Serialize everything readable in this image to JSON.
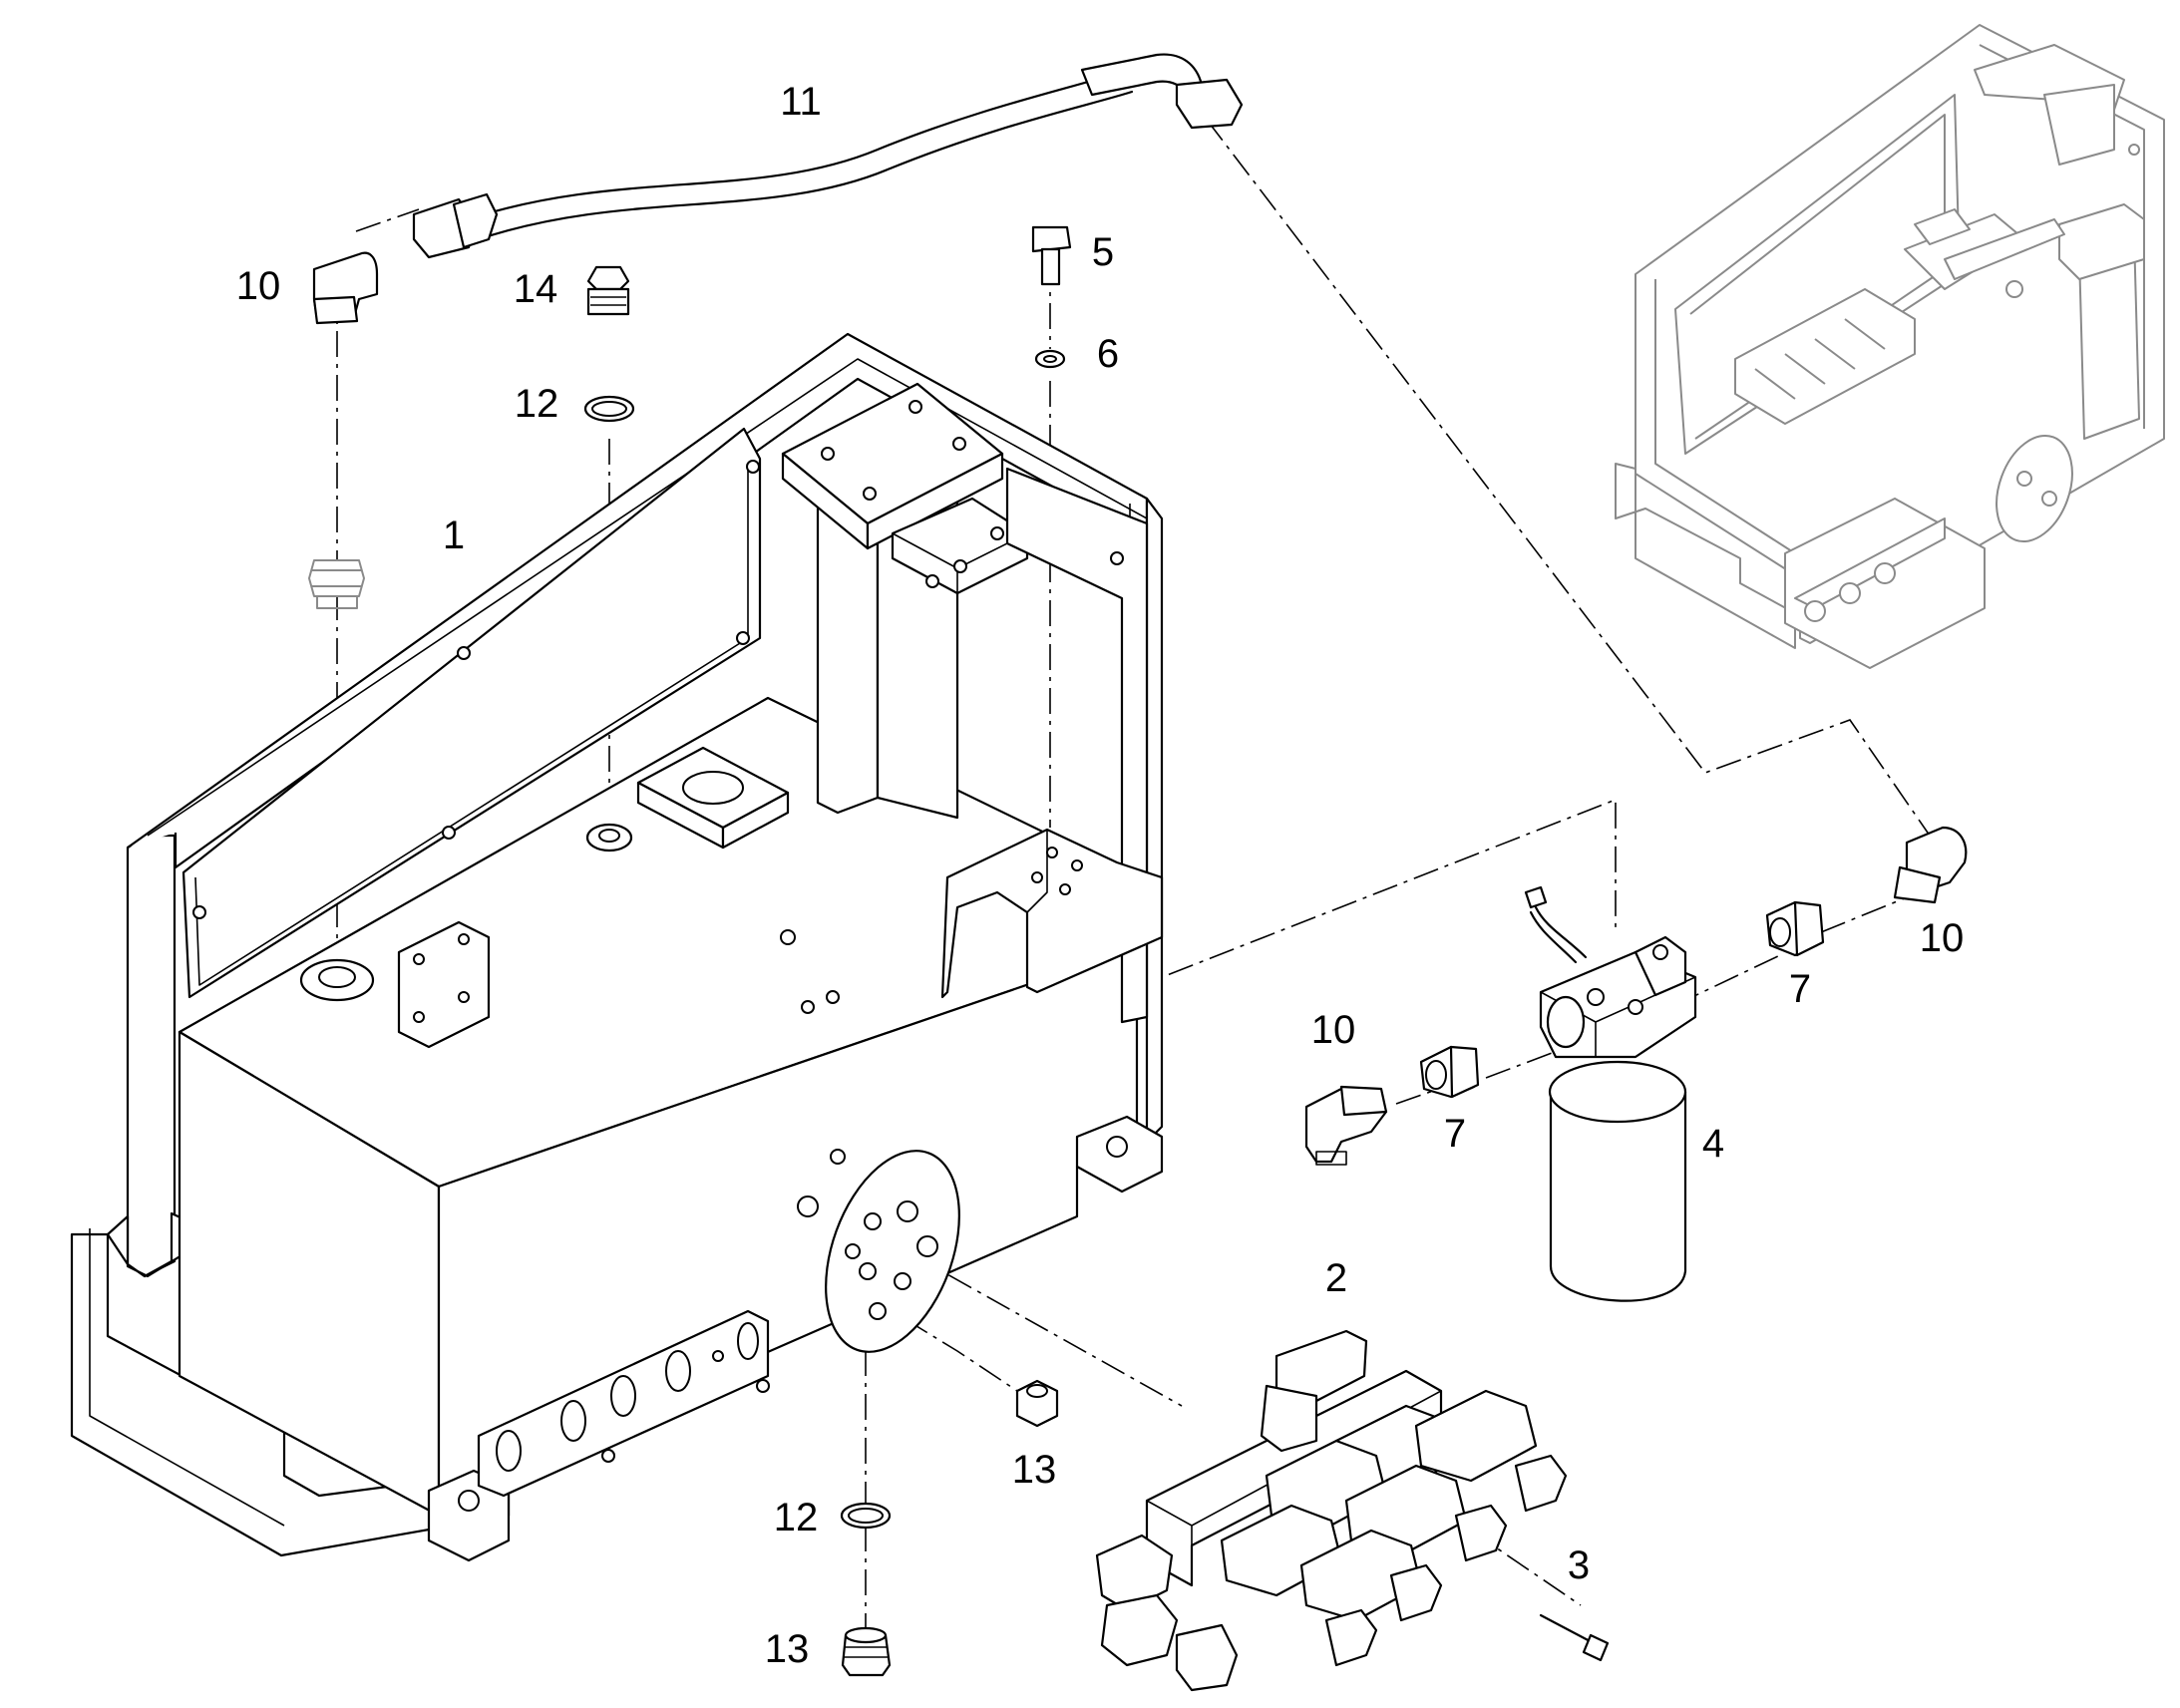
{
  "callouts": [
    {
      "id": "c1",
      "text": "1"
    },
    {
      "id": "c2",
      "text": "2"
    },
    {
      "id": "c3",
      "text": "3"
    },
    {
      "id": "c4",
      "text": "4"
    },
    {
      "id": "c5",
      "text": "5"
    },
    {
      "id": "c6",
      "text": "6"
    },
    {
      "id": "c7a",
      "text": "7"
    },
    {
      "id": "c7b",
      "text": "7"
    },
    {
      "id": "c10a",
      "text": "10"
    },
    {
      "id": "c10b",
      "text": "10"
    },
    {
      "id": "c10c",
      "text": "10"
    },
    {
      "id": "c11",
      "text": "11"
    },
    {
      "id": "c12a",
      "text": "12"
    },
    {
      "id": "c12b",
      "text": "12"
    },
    {
      "id": "c13a",
      "text": "13"
    },
    {
      "id": "c13b",
      "text": "13"
    },
    {
      "id": "c14",
      "text": "14"
    }
  ]
}
